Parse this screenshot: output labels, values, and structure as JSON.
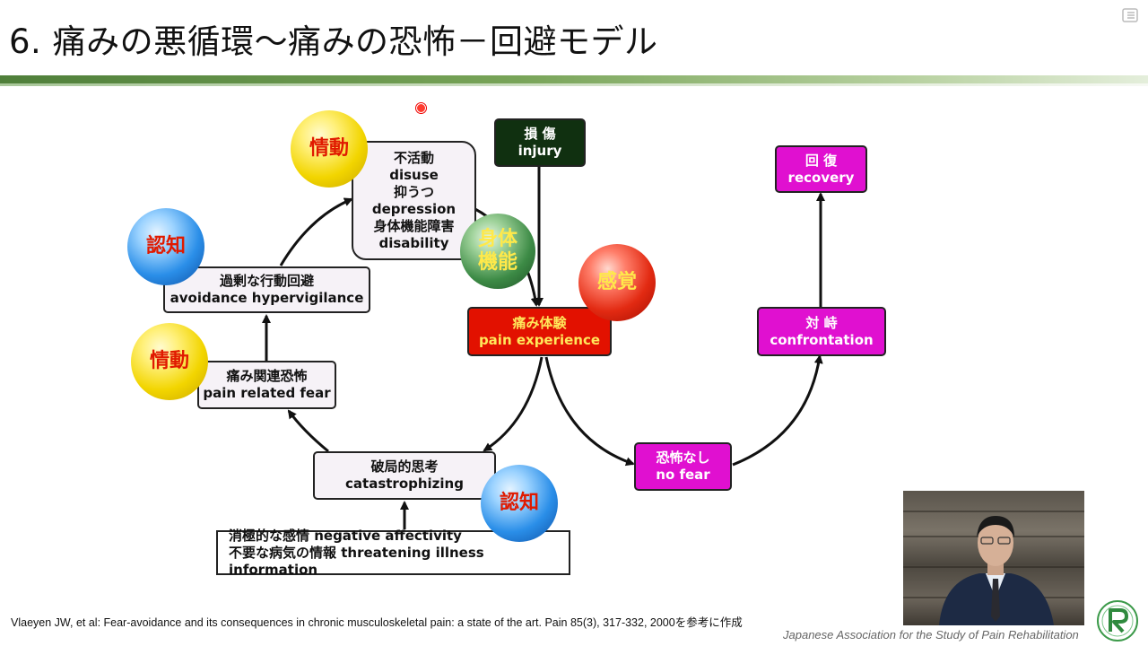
{
  "slide": {
    "title": "6. 痛みの悪循環〜痛みの恐怖－回避モデル",
    "reference": "Vlaeyen JW, et al: Fear-avoidance and its consequences in chronic musculoskeletal pain: a state of the art. Pain 85(3), 317-332, 2000を参考に作成",
    "organization": "Japanese Association for the Study of Pain Rehabilitation"
  },
  "nodes": {
    "injury": {
      "jp": "損 傷",
      "en": "injury"
    },
    "pain_experience": {
      "jp": "痛み体験",
      "en": "pain experience"
    },
    "catastrophizing": {
      "jp": "破局的思考",
      "en": "catastrophizing"
    },
    "pain_related_fear": {
      "jp": "痛み関連恐怖",
      "en": "pain related fear"
    },
    "avoidance": {
      "jp": "過剰な行動回避",
      "en": "avoidance hypervigilance"
    },
    "disuse": {
      "line1": "不活動",
      "line2": "disuse",
      "line3": "抑うつ",
      "line4": "depression",
      "line5": "身体機能障害",
      "line6": "disability"
    },
    "no_fear": {
      "jp": "恐怖なし",
      "en": "no fear"
    },
    "confrontation": {
      "jp": "対 峙",
      "en": "confrontation"
    },
    "recovery": {
      "jp": "回 復",
      "en": "recovery"
    },
    "negative": {
      "line1": "消極的な感情  negative affectivity",
      "line2": "不要な病気の情報  threatening illness information"
    }
  },
  "badges": {
    "emotion_top": "情動",
    "cognition_left": "認知",
    "emotion_left": "情動",
    "physical": "身体機能",
    "physical_line1": "身体",
    "physical_line2": "機能",
    "sensation": "感覚",
    "cognition_bottom": "認知"
  },
  "colors": {
    "injury": "#103010",
    "pain_experience": "#e21100",
    "magenta": "#e010d0",
    "title_bar": "#6b9a4c"
  }
}
